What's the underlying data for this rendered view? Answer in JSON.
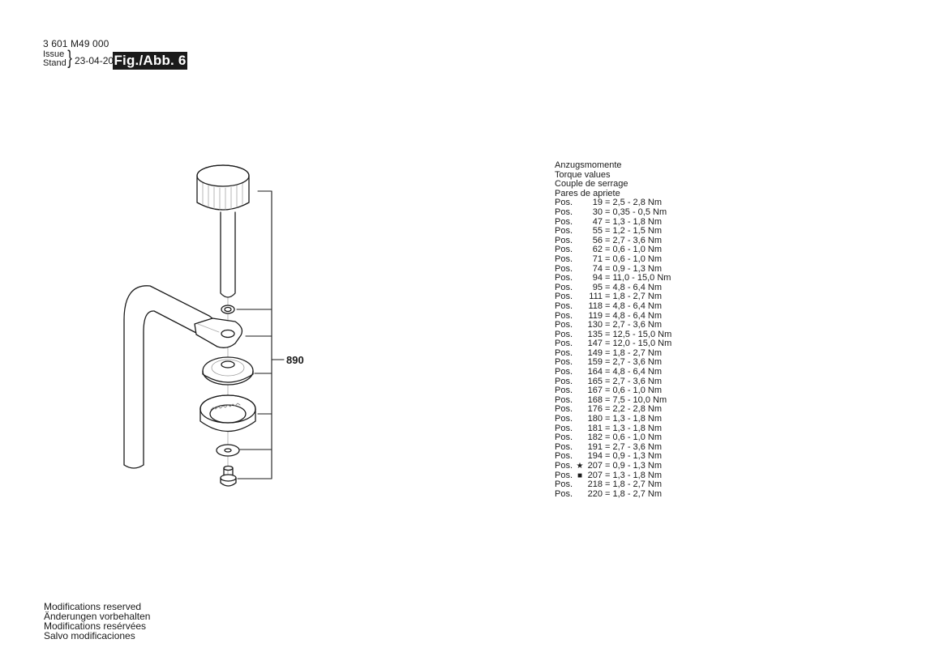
{
  "header": {
    "document_number": "3 601 M49 000",
    "issue_label_1": "Issue",
    "issue_label_2": "Stand",
    "issue_date": "23-04-20",
    "figure_badge": "Fig./Abb. 6"
  },
  "diagram": {
    "assembly_label": "890",
    "parts": [
      "knurled-knob-screw",
      "small-washer",
      "depth-stop-bracket",
      "disc",
      "toothed-ring",
      "washer",
      "screw",
      "bent-rod"
    ]
  },
  "torque_table": {
    "headings": [
      "Anzugsmomente",
      "Torque values",
      "Couple de serrage",
      "Pares de apriete"
    ],
    "rows": [
      {
        "prefix": "Pos.",
        "mark": "",
        "pos": "19",
        "value": "= 2,5 - 2,8  Nm"
      },
      {
        "prefix": "Pos.",
        "mark": "",
        "pos": "30",
        "value": "= 0,35 - 0,5  Nm"
      },
      {
        "prefix": "Pos.",
        "mark": "",
        "pos": "47",
        "value": "= 1,3 - 1,8  Nm"
      },
      {
        "prefix": "Pos.",
        "mark": "",
        "pos": "55",
        "value": "= 1,2 - 1,5  Nm"
      },
      {
        "prefix": "Pos.",
        "mark": "",
        "pos": "56",
        "value": "= 2,7 - 3,6  Nm"
      },
      {
        "prefix": "Pos.",
        "mark": "",
        "pos": "62",
        "value": "= 0,6 - 1,0  Nm"
      },
      {
        "prefix": "Pos.",
        "mark": "",
        "pos": "71",
        "value": "= 0,6 - 1,0  Nm"
      },
      {
        "prefix": "Pos.",
        "mark": "",
        "pos": "74",
        "value": "= 0,9 - 1,3  Nm"
      },
      {
        "prefix": "Pos.",
        "mark": "",
        "pos": "94",
        "value": "= 11,0 - 15,0  Nm"
      },
      {
        "prefix": "Pos.",
        "mark": "",
        "pos": "95",
        "value": "= 4,8 - 6,4  Nm"
      },
      {
        "prefix": "Pos.",
        "mark": "",
        "pos": "111",
        "value": "= 1,8 - 2,7  Nm"
      },
      {
        "prefix": "Pos.",
        "mark": "",
        "pos": "118",
        "value": "= 4,8 - 6,4  Nm"
      },
      {
        "prefix": "Pos.",
        "mark": "",
        "pos": "119",
        "value": "= 4,8 - 6,4  Nm"
      },
      {
        "prefix": "Pos.",
        "mark": "",
        "pos": "130",
        "value": "= 2,7 - 3,6  Nm"
      },
      {
        "prefix": "Pos.",
        "mark": "",
        "pos": "135",
        "value": "= 12,5 - 15,0  Nm"
      },
      {
        "prefix": "Pos.",
        "mark": "",
        "pos": "147",
        "value": "= 12,0 - 15,0  Nm"
      },
      {
        "prefix": "Pos.",
        "mark": "",
        "pos": "149",
        "value": "= 1,8 - 2,7  Nm"
      },
      {
        "prefix": "Pos.",
        "mark": "",
        "pos": "159",
        "value": "= 2,7 - 3,6  Nm"
      },
      {
        "prefix": "Pos.",
        "mark": "",
        "pos": "164",
        "value": "= 4,8 - 6,4  Nm"
      },
      {
        "prefix": "Pos.",
        "mark": "",
        "pos": "165",
        "value": "= 2,7 - 3,6  Nm"
      },
      {
        "prefix": "Pos.",
        "mark": "",
        "pos": "167",
        "value": "= 0,6 - 1,0  Nm"
      },
      {
        "prefix": "Pos.",
        "mark": "",
        "pos": "168",
        "value": "= 7,5 - 10,0  Nm"
      },
      {
        "prefix": "Pos.",
        "mark": "",
        "pos": "176",
        "value": "= 2,2 - 2,8  Nm"
      },
      {
        "prefix": "Pos.",
        "mark": "",
        "pos": "180",
        "value": "= 1,3 - 1,8  Nm"
      },
      {
        "prefix": "Pos.",
        "mark": "",
        "pos": "181",
        "value": "= 1,3 - 1,8  Nm"
      },
      {
        "prefix": "Pos.",
        "mark": "",
        "pos": "182",
        "value": "= 0,6 - 1,0  Nm"
      },
      {
        "prefix": "Pos.",
        "mark": "",
        "pos": "191",
        "value": "= 2,7 - 3,6  Nm"
      },
      {
        "prefix": "Pos.",
        "mark": "",
        "pos": "194",
        "value": "= 0,9 - 1,3  Nm"
      },
      {
        "prefix": "Pos.",
        "mark": "★",
        "pos": "207",
        "value": "= 0,9 - 1,3  Nm"
      },
      {
        "prefix": "Pos.",
        "mark": "■",
        "pos": "207",
        "value": "= 1,3 - 1,8  Nm"
      },
      {
        "prefix": "Pos.",
        "mark": "",
        "pos": "218",
        "value": "= 1,8 - 2,7  Nm"
      },
      {
        "prefix": "Pos.",
        "mark": "",
        "pos": "220",
        "value": "= 1,8 - 2,7  Nm"
      }
    ]
  },
  "footer": {
    "lines": [
      "Modifications reserved",
      "Änderungen vorbehalten",
      "Modifications resérvées",
      "Salvo modificaciones"
    ]
  }
}
